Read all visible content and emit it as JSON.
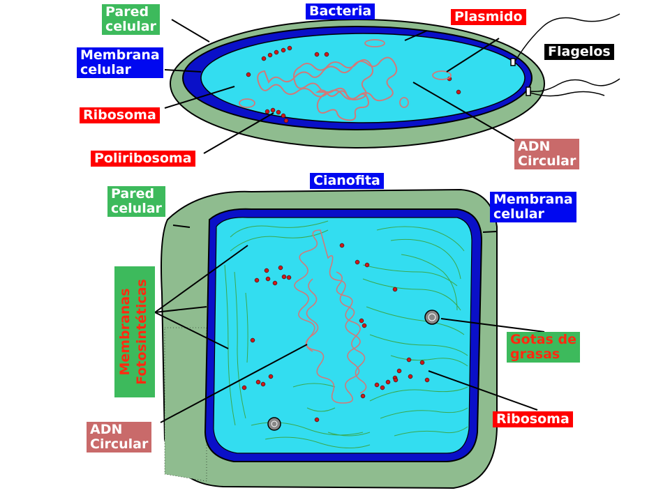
{
  "bacteria": {
    "title": "Bacteria",
    "labels": {
      "pared_celular": [
        "Pared",
        "celular"
      ],
      "membrana_celular": [
        "Membrana",
        "celular"
      ],
      "ribosoma": "Ribosoma",
      "poliribosoma": "Poliribosoma",
      "plasmido": "Plasmido",
      "flagelos": "Flagelos",
      "adn_circular": [
        "ADN",
        "Circular"
      ]
    }
  },
  "cianofita": {
    "title": "Cianofita",
    "labels": {
      "pared_celular": [
        "Pared",
        "celular"
      ],
      "membranas_fotosinteticas": [
        "Membranas",
        "Fotosintéticas"
      ],
      "adn_circular": [
        "ADN",
        "Circular"
      ],
      "membrana_celular": [
        "Membrana",
        "celular"
      ],
      "gotas_de_grasas": [
        "Gotas de",
        "grasas"
      ],
      "ribosoma": "Ribosoma"
    }
  },
  "colors": {
    "cell_wall": "#8fbc8f",
    "membrane": "#0a10c8",
    "cytoplasm": "#33ddf0",
    "dna": "#d07a7a",
    "ribosome": "#cc1a1a",
    "photosynthetic_membrane": "#3aa84c",
    "label_green": "#3dba5c",
    "label_blue": "#0008f0",
    "label_red": "#ff0000",
    "label_rose": "#c96a6a"
  }
}
